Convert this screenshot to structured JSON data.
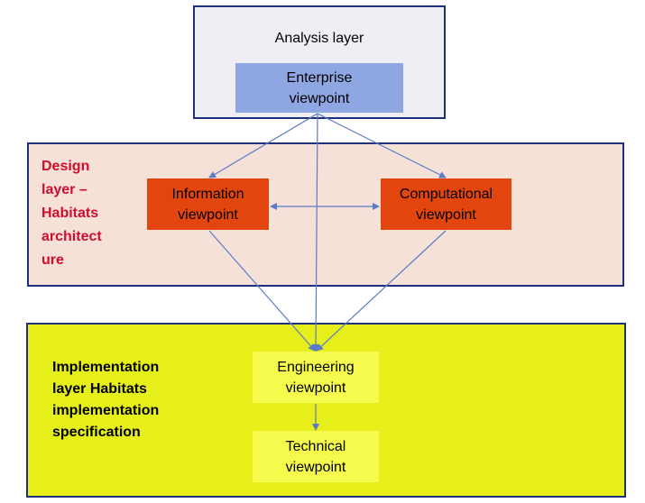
{
  "layers": {
    "analysis": {
      "title": "Analysis layer"
    },
    "design": {
      "title_lines": [
        "Design",
        "layer –",
        "Habitats",
        "architect",
        "ure"
      ]
    },
    "implementation": {
      "title_lines": [
        "Implementation",
        "layer Habitats",
        "implementation",
        "specification"
      ]
    }
  },
  "viewpoints": {
    "enterprise": [
      "Enterprise",
      "viewpoint"
    ],
    "information": [
      "Information",
      "viewpoint"
    ],
    "computational": [
      "Computational",
      "viewpoint"
    ],
    "engineering": [
      "Engineering",
      "viewpoint"
    ],
    "technical": [
      "Technical",
      "viewpoint"
    ]
  },
  "colors": {
    "analysis_bg": "#efeef4",
    "design_bg": "#f6e1d9",
    "implementation_bg": "#e6ef1a",
    "border": "#1f2f7a",
    "enterprise_fill": "#8ea6e2",
    "design_box_fill": "#e2460e",
    "impl_box_fill": "#f6fa4c",
    "design_title": "#d00c2c",
    "arrow": "#5b7bc4"
  }
}
